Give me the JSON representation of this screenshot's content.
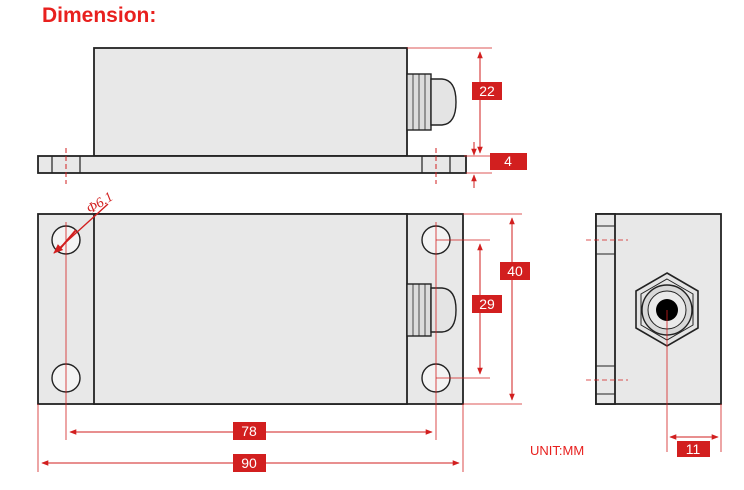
{
  "title": "Dimension:",
  "dimensions": {
    "height_22": "22",
    "flange_4": "4",
    "width_40": "40",
    "hole_spacing_29": "29",
    "hole_spacing_78": "78",
    "length_90": "90",
    "gland_11": "11"
  },
  "hole_label": "Φ6.1",
  "unit_label": "UNIT:MM",
  "colors": {
    "accent": "#e8201e",
    "label_bg": "#d21f1f",
    "body_fill": "#e8e8e8",
    "outline": "#222222"
  }
}
